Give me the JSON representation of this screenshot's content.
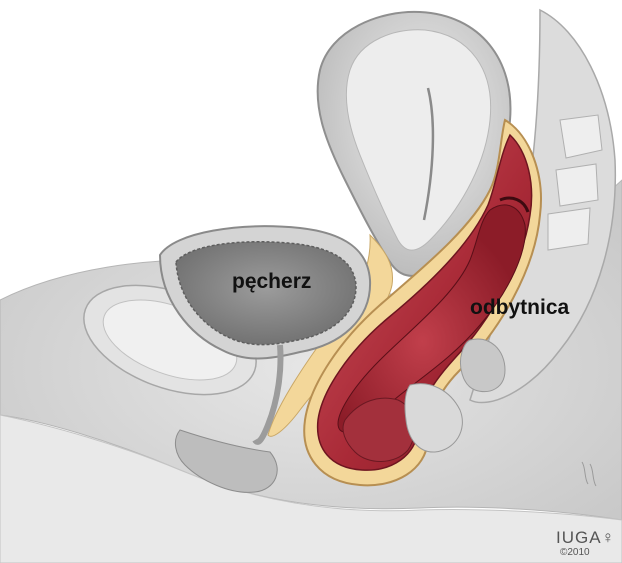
{
  "labels": {
    "bladder": "pęcherz",
    "rectum": "odbytnica"
  },
  "logo": {
    "text": "IUGA♀",
    "copyright": "©2010"
  },
  "colors": {
    "background": "#ffffff",
    "tissue_gray": "#d9d9d9",
    "rectum_red": "#b5303e",
    "fat_yellow": "#f3d79a"
  }
}
